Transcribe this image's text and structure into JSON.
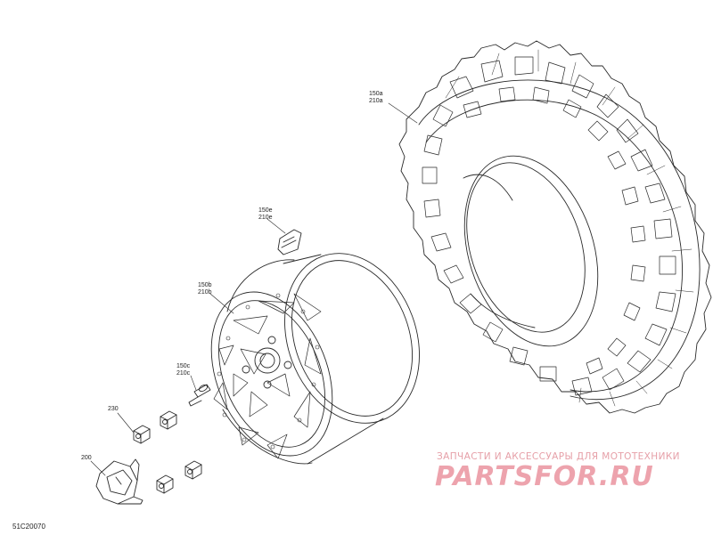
{
  "diagram": {
    "figure_code": "51C20070",
    "callouts": {
      "tire": {
        "line1": "150a",
        "line2": "210a"
      },
      "weight": {
        "line1": "150e",
        "line2": "210e"
      },
      "rim": {
        "line1": "150b",
        "line2": "210b"
      },
      "valve": {
        "line1": "150c",
        "line2": "210c"
      },
      "nut": {
        "line1": "230"
      },
      "cap": {
        "line1": "200"
      }
    },
    "watermark": {
      "tagline": "ЗАПЧАСТИ И АКСЕССУАРЫ ДЛЯ МОТОТЕХНИКИ",
      "logo": "PARTSFOR.RU"
    }
  }
}
